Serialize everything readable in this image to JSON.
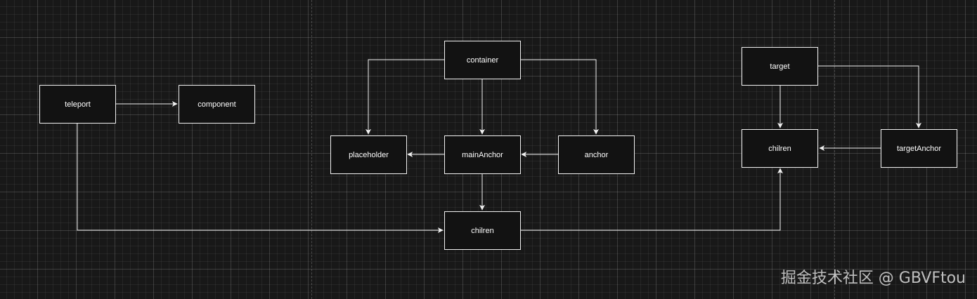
{
  "diagram": {
    "nodes": {
      "teleport": "teleport",
      "component": "component",
      "container": "container",
      "placeholder": "placeholder",
      "main_anchor": "mainAnchor",
      "anchor": "anchor",
      "children_center": "chilren",
      "target": "target",
      "children_right": "chilren",
      "target_anchor": "targetAnchor"
    },
    "edges": [
      {
        "from": "teleport",
        "to": "component"
      },
      {
        "from": "teleport",
        "to": "children_center"
      },
      {
        "from": "container",
        "to": "placeholder"
      },
      {
        "from": "container",
        "to": "main_anchor"
      },
      {
        "from": "container",
        "to": "anchor"
      },
      {
        "from": "main_anchor",
        "to": "placeholder"
      },
      {
        "from": "anchor",
        "to": "main_anchor"
      },
      {
        "from": "main_anchor",
        "to": "children_center"
      },
      {
        "from": "children_center",
        "to": "children_right"
      },
      {
        "from": "target",
        "to": "children_right"
      },
      {
        "from": "target",
        "to": "target_anchor"
      },
      {
        "from": "target_anchor",
        "to": "children_right"
      }
    ],
    "colors": {
      "background": "#181818",
      "grid": "#2a2a2a",
      "stroke": "#f2f2f2",
      "node_fill": "#121212",
      "text": "#ffffff"
    }
  },
  "watermark": {
    "text": "掘金技术社区 @ GBVFtou"
  }
}
